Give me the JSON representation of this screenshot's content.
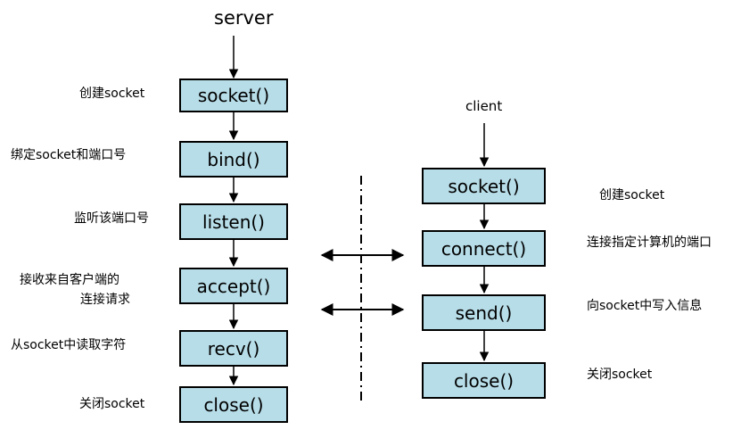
{
  "server": {
    "title": "server",
    "steps": [
      {
        "label": "socket()",
        "note": "创建socket"
      },
      {
        "label": "bind()",
        "note": "绑定socket和端口号"
      },
      {
        "label": "listen()",
        "note": "监听该端口号"
      },
      {
        "label": "accept()",
        "note_line1": "接收来自客户端的",
        "note_line2": "连接请求"
      },
      {
        "label": "recv()",
        "note": "从socket中读取字符"
      },
      {
        "label": "close()",
        "note": "关闭socket"
      }
    ]
  },
  "client": {
    "title": "client",
    "steps": [
      {
        "label": "socket()",
        "note": "创建socket"
      },
      {
        "label": "connect()",
        "note": "连接指定计算机的端口"
      },
      {
        "label": "send()",
        "note": "向socket中写入信息"
      },
      {
        "label": "close()",
        "note": "关闭socket"
      }
    ]
  },
  "colors": {
    "box_fill": "#b7dde8",
    "stroke": "#000000"
  }
}
